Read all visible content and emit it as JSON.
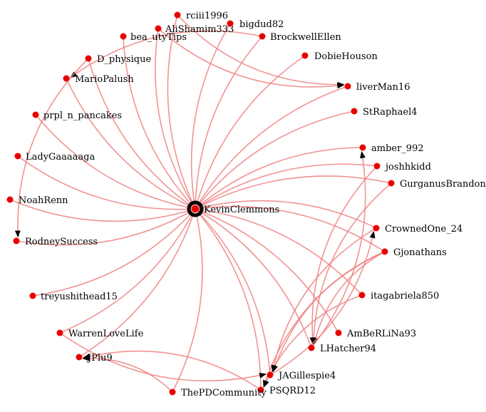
{
  "graph": {
    "type": "directed-network",
    "colors": {
      "edge": "#f08080",
      "node": "#e80000",
      "hub_ring": "#000000",
      "arrow": "#000000",
      "label": "#000000",
      "background": "#ffffff"
    },
    "hub": "KevinClemmons",
    "nodes": [
      {
        "id": "KevinClemmons"
      },
      {
        "id": "rciii1996"
      },
      {
        "id": "AliShamim333"
      },
      {
        "id": "bigdud82"
      },
      {
        "id": "bea_utyTips"
      },
      {
        "id": "BrockwellEllen"
      },
      {
        "id": "D_physique"
      },
      {
        "id": "DobieHouson"
      },
      {
        "id": "MarioPalush"
      },
      {
        "id": "liverMan16"
      },
      {
        "id": "StRaphael4"
      },
      {
        "id": "prpl_n_pancakes"
      },
      {
        "id": "amber_992"
      },
      {
        "id": "LadyGaaaaaga"
      },
      {
        "id": "joshhkidd"
      },
      {
        "id": "GurganusBrandon"
      },
      {
        "id": "NoahRenn"
      },
      {
        "id": "CrownedOne_24"
      },
      {
        "id": "RodneySuccess"
      },
      {
        "id": "Gjonathans"
      },
      {
        "id": "treyushithead15"
      },
      {
        "id": "itagabriela850"
      },
      {
        "id": "WarrenLoveLife"
      },
      {
        "id": "AmBeRLiNa93"
      },
      {
        "id": "LHatcher94"
      },
      {
        "id": "JPlu9"
      },
      {
        "id": "JAGillespie4"
      },
      {
        "id": "PSQRD12"
      },
      {
        "id": "ThePDCommunity"
      }
    ],
    "edges": [
      {
        "source": "rciii1996",
        "target": "KevinClemmons"
      },
      {
        "source": "AliShamim333",
        "target": "KevinClemmons"
      },
      {
        "source": "bigdud82",
        "target": "KevinClemmons"
      },
      {
        "source": "bea_utyTips",
        "target": "KevinClemmons"
      },
      {
        "source": "BrockwellEllen",
        "target": "KevinClemmons"
      },
      {
        "source": "D_physique",
        "target": "KevinClemmons"
      },
      {
        "source": "DobieHouson",
        "target": "KevinClemmons"
      },
      {
        "source": "MarioPalush",
        "target": "KevinClemmons"
      },
      {
        "source": "liverMan16",
        "target": "KevinClemmons"
      },
      {
        "source": "StRaphael4",
        "target": "KevinClemmons"
      },
      {
        "source": "prpl_n_pancakes",
        "target": "KevinClemmons"
      },
      {
        "source": "amber_992",
        "target": "KevinClemmons"
      },
      {
        "source": "LadyGaaaaaga",
        "target": "KevinClemmons"
      },
      {
        "source": "joshhkidd",
        "target": "KevinClemmons"
      },
      {
        "source": "GurganusBrandon",
        "target": "KevinClemmons"
      },
      {
        "source": "NoahRenn",
        "target": "KevinClemmons"
      },
      {
        "source": "CrownedOne_24",
        "target": "KevinClemmons"
      },
      {
        "source": "RodneySuccess",
        "target": "KevinClemmons"
      },
      {
        "source": "Gjonathans",
        "target": "KevinClemmons"
      },
      {
        "source": "treyushithead15",
        "target": "KevinClemmons"
      },
      {
        "source": "itagabriela850",
        "target": "KevinClemmons"
      },
      {
        "source": "WarrenLoveLife",
        "target": "KevinClemmons"
      },
      {
        "source": "AmBeRLiNa93",
        "target": "KevinClemmons"
      },
      {
        "source": "LHatcher94",
        "target": "KevinClemmons"
      },
      {
        "source": "JPlu9",
        "target": "KevinClemmons"
      },
      {
        "source": "JAGillespie4",
        "target": "KevinClemmons"
      },
      {
        "source": "PSQRD12",
        "target": "KevinClemmons"
      },
      {
        "source": "ThePDCommunity",
        "target": "KevinClemmons"
      },
      {
        "source": "rciii1996",
        "target": "liverMan16"
      },
      {
        "source": "AliShamim333",
        "target": "liverMan16"
      },
      {
        "source": "BrockwellEllen",
        "target": "MarioPalush"
      },
      {
        "source": "D_physique",
        "target": "RodneySuccess"
      },
      {
        "source": "ThePDCommunity",
        "target": "JPlu9"
      },
      {
        "source": "PSQRD12",
        "target": "JPlu9"
      },
      {
        "source": "Gjonathans",
        "target": "JAGillespie4"
      },
      {
        "source": "Gjonathans",
        "target": "PSQRD12"
      },
      {
        "source": "Gjonathans",
        "target": "LHatcher94"
      },
      {
        "source": "GurganusBrandon",
        "target": "LHatcher94"
      },
      {
        "source": "joshhkidd",
        "target": "LHatcher94"
      },
      {
        "source": "LHatcher94",
        "target": "amber_992"
      },
      {
        "source": "JAGillespie4",
        "target": "CrownedOne_24"
      },
      {
        "source": "itagabriela850",
        "target": "PSQRD12"
      },
      {
        "source": "CrownedOne_24",
        "target": "JAGillespie4"
      },
      {
        "source": "WarrenLoveLife",
        "target": "JAGillespie4"
      }
    ]
  }
}
